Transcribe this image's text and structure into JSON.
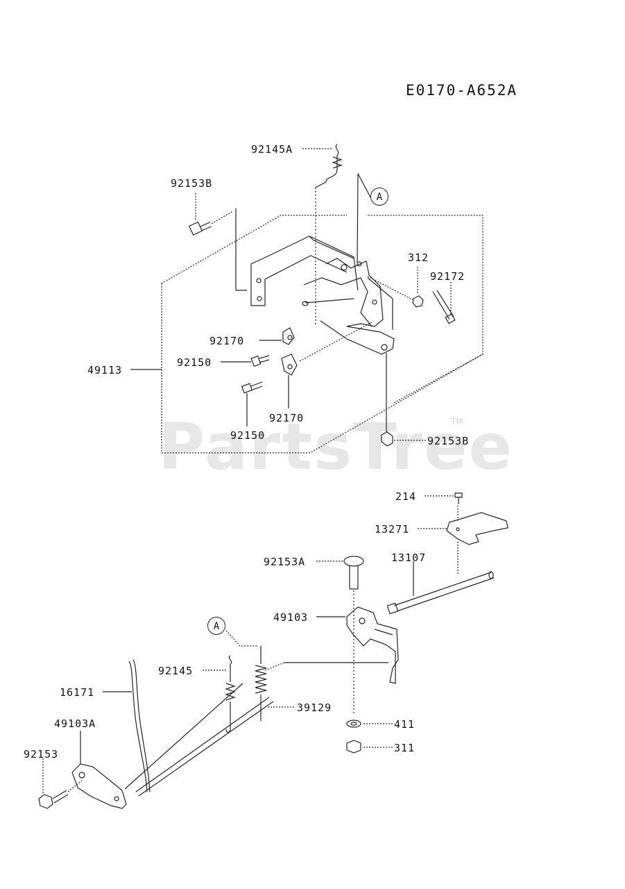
{
  "diagram_code": "E0170-A652A",
  "watermark": {
    "text": "PartsTree",
    "trademark": "TM"
  },
  "callouts": {
    "top": "A",
    "bottom": "A"
  },
  "parts": {
    "p92145A": "92145A",
    "p92153B_top": "92153B",
    "p312": "312",
    "p92172": "92172",
    "p92170_a": "92170",
    "p92150_a": "92150",
    "p49113": "49113",
    "p92170_b": "92170",
    "p92150_b": "92150",
    "p92153B_bottom": "92153B",
    "p214": "214",
    "p13271": "13271",
    "p92153A": "92153A",
    "p13107": "13107",
    "p49103": "49103",
    "p92145": "92145",
    "p16171": "16171",
    "p39129": "39129",
    "p49103A": "49103A",
    "p411": "411",
    "p92153": "92153",
    "p311": "311"
  }
}
